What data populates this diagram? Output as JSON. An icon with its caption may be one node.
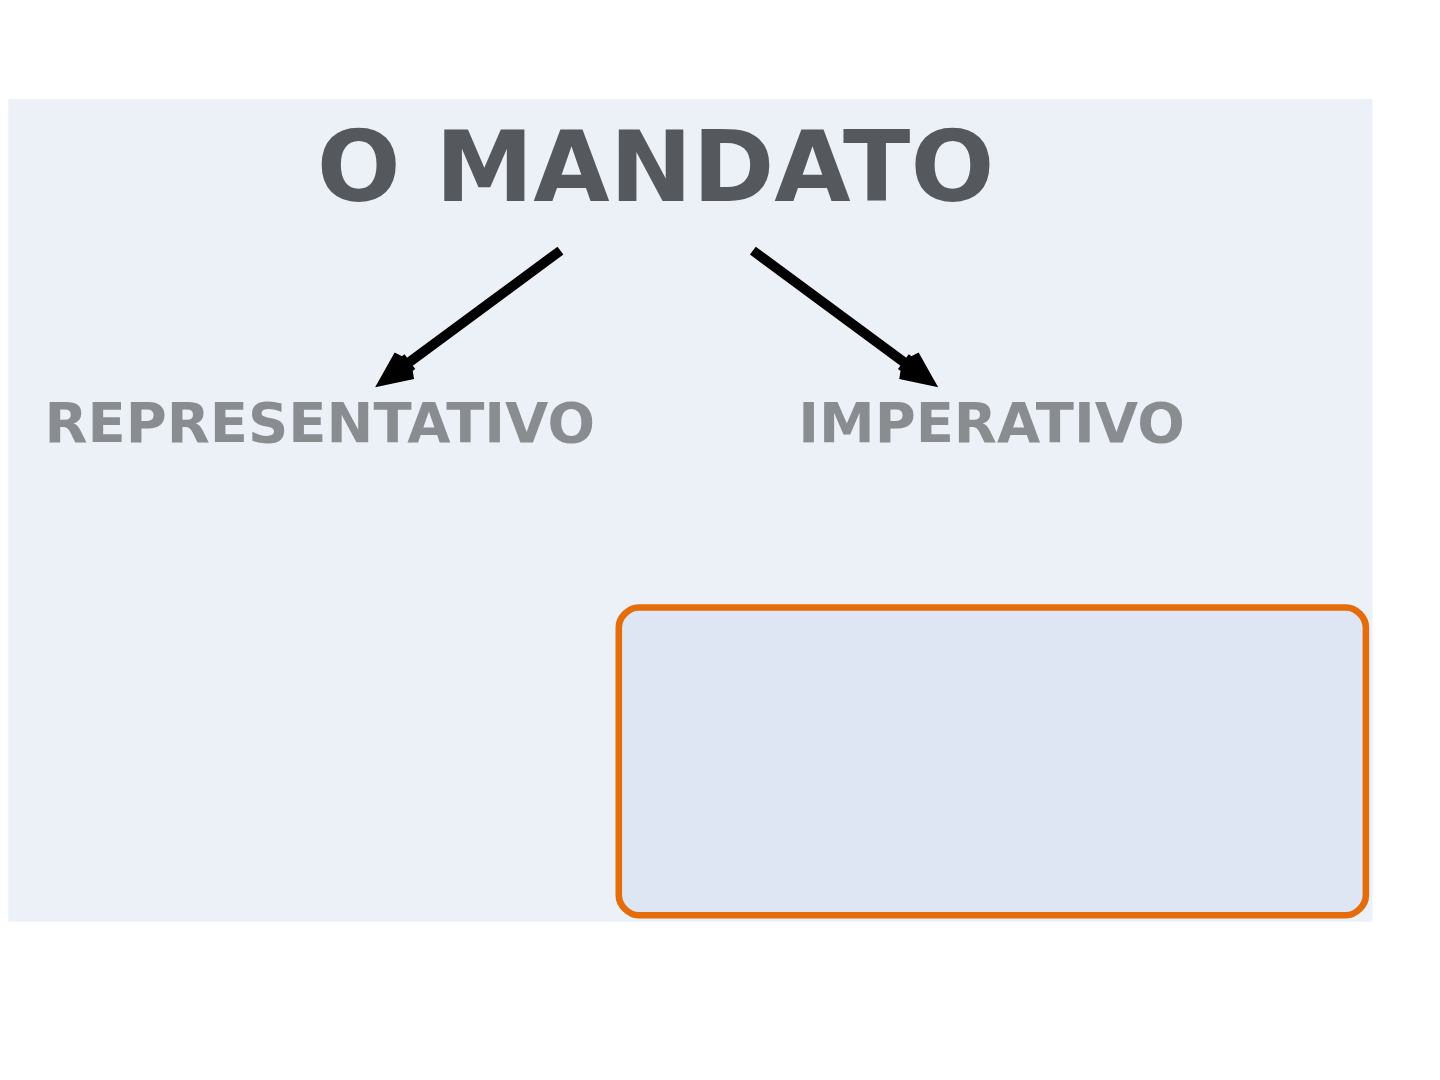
{
  "diagram": {
    "nodes": [
      {
        "text": [
          "O MANDATO"
        ]
      },
      {
        "text": [
          "REPRESENTATIVO"
        ]
      },
      {
        "text": [
          "IMPERATIVO"
        ]
      },
      {
        "text": [],
        "shape": "scroll"
      }
    ],
    "edges": [
      {
        "from": 0,
        "to": 1,
        "arrow": "to"
      },
      {
        "from": 0,
        "to": 2,
        "arrow": "to"
      }
    ]
  }
}
